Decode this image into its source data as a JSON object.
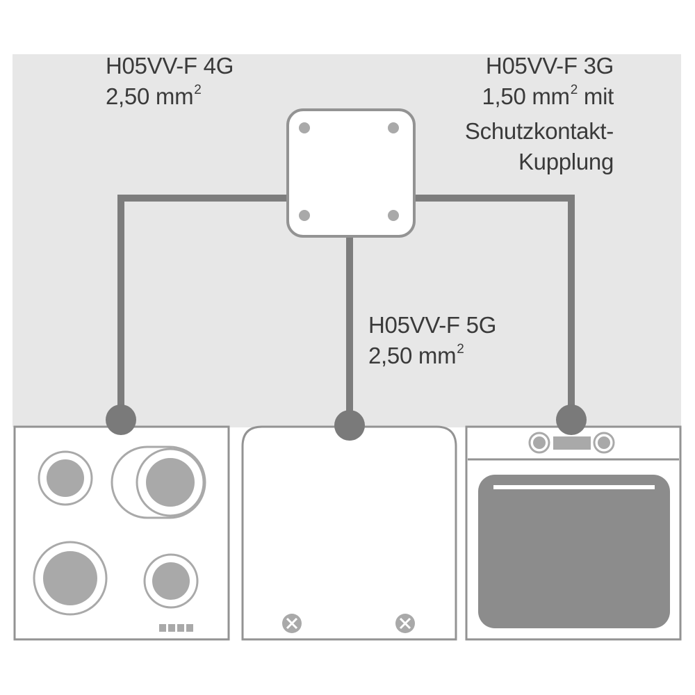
{
  "labels": {
    "left_cable": {
      "type": "H05VV-F 4G",
      "section": "2,50 mm",
      "unit_exp": "2"
    },
    "right_cable": {
      "type": "H05VV-F 3G",
      "section": "1,50 mm",
      "unit_exp": "2",
      "suffix": "mit",
      "line3": "Schutzkontakt-",
      "line4": "Kupplung"
    },
    "middle_cable": {
      "type": "H05VV-F 5G",
      "section": "2,50 mm",
      "unit_exp": "2"
    }
  },
  "colors": {
    "background": "#e7e7e7",
    "cable": "#7d7d7d",
    "appliance_outline": "#939393",
    "appliance_fill": "#ffffff",
    "burner": "#a9a9a9",
    "oven_window": "#8c8c8c",
    "connector_dot": "#7a7a7a",
    "text": "#3a3a3a"
  },
  "icons": {
    "junction_box": "junction-box-icon",
    "hob": "cooktop-icon",
    "dishwasher": "dishwasher-icon",
    "oven": "oven-icon"
  }
}
